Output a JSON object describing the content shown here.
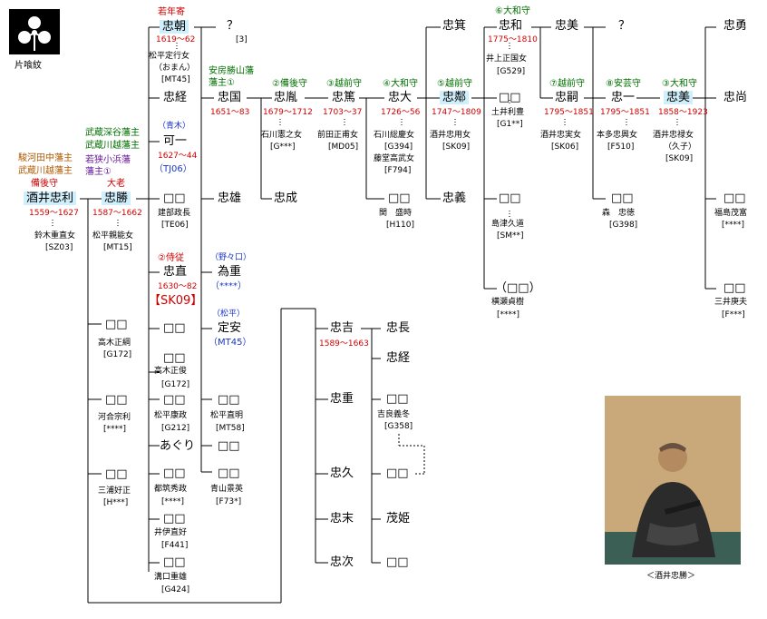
{
  "crest_label": "片喰紋",
  "portrait_caption": "＜酒井忠勝＞",
  "colors": {
    "line": "#000000",
    "red": "#d00000",
    "green": "#007000",
    "blue": "#1a35c8",
    "highlight": "#cfeffc"
  },
  "root": {
    "titles": [
      "駿河田中藩主",
      "武蔵川越藩主"
    ],
    "rank": "備後守",
    "name": "酒井忠利",
    "dates": "1559～1627",
    "wife": "鈴木重直女",
    "code": "[SZ03]"
  },
  "gen1": {
    "titles": [
      "武蔵深谷藩主",
      "武蔵川越藩主",
      "若狭小浜藩",
      "藩主①"
    ],
    "rank": "大老",
    "name": "忠勝",
    "dates": "1587～1662",
    "wife": "松平親能女",
    "code": "[MT15]"
  },
  "siblings_of_gen1": [
    {
      "name": "□□",
      "note": "高木正綱",
      "code": "[G172]"
    },
    {
      "name": "□□",
      "note": "河合宗利",
      "code": "[****]"
    },
    {
      "name": "□□",
      "note": "三浦好正",
      "code": "[H***]"
    }
  ],
  "tadatomo": {
    "rank": "若年寄",
    "name": "忠朝",
    "dates": "1619～62",
    "wife": "松平定行女",
    "wife2": "（おまん）",
    "code": "[MT45]"
  },
  "tadatomo_child": {
    "name": "？",
    "code": "[3]"
  },
  "tadatsune": {
    "name": "忠経"
  },
  "anbo_title": [
    "安房勝山藩",
    "藩主①"
  ],
  "tadakuni": {
    "name": "忠国",
    "dates": "1651～83"
  },
  "kaitsu": {
    "house": "（青木）",
    "name": "可一",
    "dates": "1627～44",
    "code": "（TJ06）"
  },
  "daughter1": {
    "name": "□□",
    "note": "建部政長",
    "code": "[TE06]"
  },
  "tadao": {
    "name": "忠雄"
  },
  "tadanao": {
    "rank": "②侍従",
    "name": "忠直",
    "dates": "1630～82",
    "code": "【SK09】"
  },
  "tameshige": {
    "house": "（野々口）",
    "name": "為重",
    "code": "（****）"
  },
  "sadayasu": {
    "house": "（松平）",
    "name": "定安",
    "code": "（MT45）"
  },
  "tadanao_daughters": [
    {
      "name": "□□",
      "note": "高木正俊",
      "code": "[G172]"
    },
    {
      "name": "□□",
      "note": "松平康政",
      "code": "[G212]"
    },
    {
      "name": "あぐり",
      "note": "",
      "code": ""
    },
    {
      "name": "□□",
      "note": "都筑秀政",
      "code": "[****]"
    },
    {
      "name": "□□",
      "note": "井伊直好",
      "code": "[F441]"
    },
    {
      "name": "□□",
      "note": "溝口重雄",
      "code": "[G424]"
    }
  ],
  "sadayasu_daughters": [
    {
      "name": "□□",
      "note": "松平直明",
      "code": "[MT58]"
    },
    {
      "name": "□□",
      "note": "青山景英",
      "code": "[F73*]"
    }
  ],
  "tadayoshi_branch": {
    "name": "忠吉",
    "dates": "1589～1663"
  },
  "tadayoshi_children": [
    {
      "name": "忠長"
    },
    {
      "name": "忠経"
    },
    {
      "name": "□□",
      "note": "吉良義冬",
      "code": "[G358]"
    },
    {
      "name": "□□"
    },
    {
      "name": "茂姫"
    },
    {
      "name": "□□"
    }
  ],
  "other_brothers": [
    "忠重",
    "忠久",
    "忠末",
    "忠次"
  ],
  "line_main": [
    {
      "rank": "②備後守",
      "name": "忠胤",
      "dates": "1679～1712",
      "wife": "石川憲之女",
      "code": "[G***]"
    },
    {
      "rank": "③越前守",
      "name": "忠篤",
      "dates": "1703～37",
      "wife": "前田正甫女",
      "code": "[MD05]"
    },
    {
      "rank": "④大和守",
      "name": "忠大",
      "dates": "1726～56",
      "wife": "石川総慶女",
      "wife2": "藤堂高武女",
      "code": "[G394]",
      "code2": "[F794]"
    },
    {
      "rank": "⑤越前守",
      "name": "忠鄰",
      "dates": "1747～1809",
      "wife": "酒井忠用女",
      "code": "[SK09]"
    }
  ],
  "tadanari": {
    "name": "忠成"
  },
  "tadayuki_daughter": {
    "name": "□□",
    "note": "関　盛時",
    "code": "[H110]"
  },
  "tadaakira": {
    "name": "忠箕"
  },
  "tadayoshi2": {
    "name": "忠義"
  },
  "tadakazu": {
    "rank": "⑥大和守",
    "name": "忠和",
    "dates": "1775～1810",
    "wife": "井上正国女",
    "code": "[G529]"
  },
  "tadakazu_daughters": [
    {
      "name": "□□",
      "note": "土井利豊",
      "code": "[G1**]"
    },
    {
      "name": "□□",
      "note": "島津久道",
      "code": "[SM**]"
    },
    {
      "name": "（□□）",
      "note": "横瀬貞樹",
      "code": "[****]"
    }
  ],
  "tadami1": {
    "name": "忠美"
  },
  "tadatsugu": {
    "rank": "⑦越前守",
    "name": "忠嗣",
    "dates": "1795～1851",
    "wife": "酒井忠実女",
    "code": "[SK06]"
  },
  "tadatsugu_daughter": {
    "name": "□□",
    "note": "森　忠徳",
    "code": "[G398]"
  },
  "q2": {
    "name": "？"
  },
  "tadakazu2": {
    "rank": "⑧安芸守",
    "name": "忠一",
    "dates": "1795～1851",
    "wife": "本多忠興女",
    "code": "[F510]"
  },
  "tadami2": {
    "rank": "③大和守",
    "name": "忠美",
    "dates": "1858～1923",
    "wife": "酒井忠禄女",
    "wife2": "（久子）",
    "code": "[SK09]"
  },
  "tadayu": {
    "name": "忠勇"
  },
  "tadanao3": {
    "name": "忠尚"
  },
  "last_daughters": [
    {
      "name": "□□",
      "note": "福島茂富",
      "code": "[****]"
    },
    {
      "name": "□□",
      "note": "三井庚夫",
      "code": "[F***]"
    }
  ]
}
